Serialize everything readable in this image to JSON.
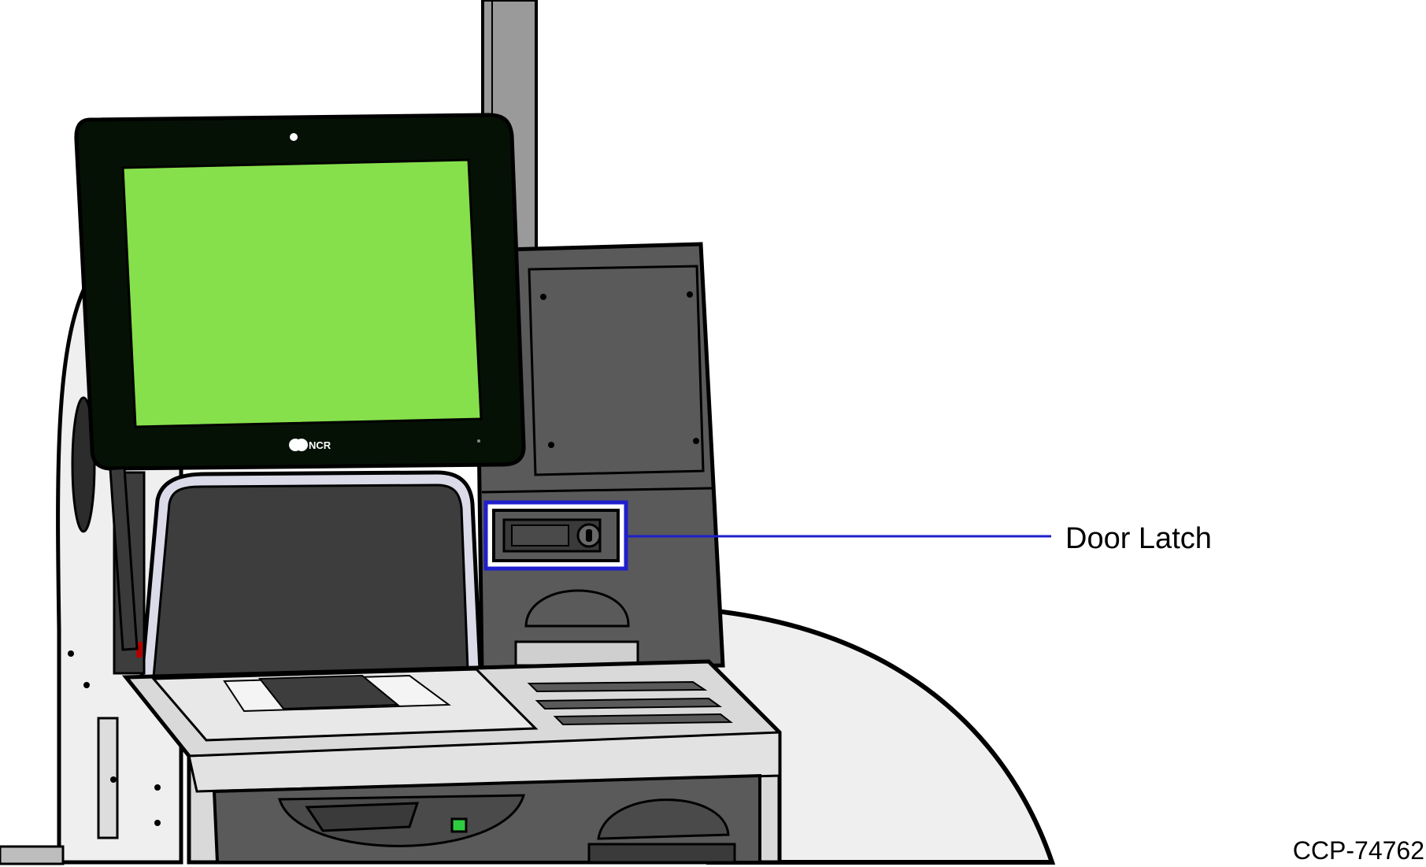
{
  "figure": {
    "callout_label": "Door Latch",
    "figure_id": "CCP-74762",
    "monitor_logo": "NCR"
  },
  "colors": {
    "screen": "#86E04B",
    "monitor_bezel": "#061106",
    "cabinet_dark": "#5A5A5A",
    "scanner_glass": "#3D3D3D",
    "deck": "#D9D9D9",
    "table": "#EFEFEF",
    "highlight": "#1F1FCC"
  },
  "icons": {
    "door_latch": "door-latch-icon",
    "status_led": "green-led-icon"
  }
}
